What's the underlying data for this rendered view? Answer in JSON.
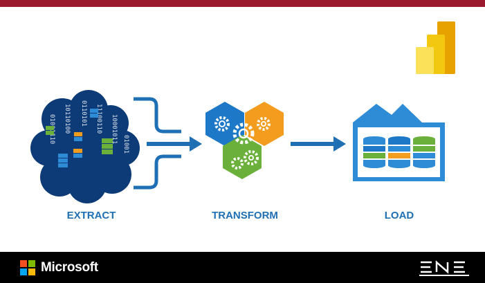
{
  "stages": [
    {
      "label": "EXTRACT"
    },
    {
      "label": "TRANSFORM"
    },
    {
      "label": "LOAD"
    }
  ],
  "cloud_binary_columns": [
    "01001110",
    "10110100",
    "0110101",
    "11100110",
    "10001011",
    "01001"
  ],
  "footer": {
    "microsoft_text": "Microsoft",
    "ene_logo_text": "ENE"
  },
  "colors": {
    "top_bar": "#9b1a2d",
    "accent_blue": "#1f6fb4",
    "cloud_navy": "#0d3b78",
    "hex_blue": "#1e78c8",
    "hex_orange": "#f39c1e",
    "hex_green": "#6ab03a",
    "warehouse_blue": "#2e8bd6",
    "footer_bg": "#000000"
  },
  "icons": [
    "power-bi-icon",
    "database-cloud-icon",
    "gears-icon",
    "warehouse-icon",
    "microsoft-logo-icon",
    "ene-logo-icon"
  ]
}
